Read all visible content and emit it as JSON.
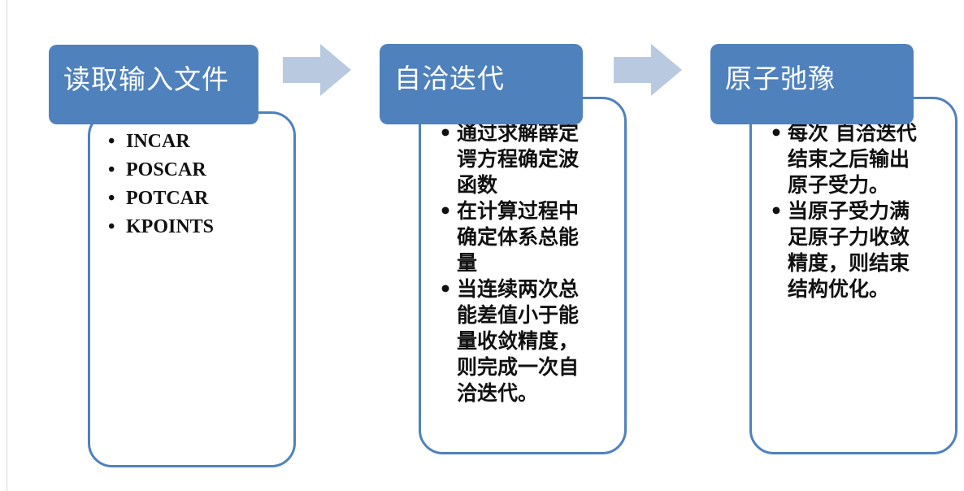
{
  "steps": [
    {
      "title": "读取输入文件",
      "items": [
        "INCAR",
        "POSCAR",
        "POTCAR",
        "KPOINTS"
      ]
    },
    {
      "title": "自洽迭代",
      "items": [
        "通过求解薛定\n谔方程确定波\n函数",
        "在计算过程中\n确定体系总能\n量",
        "当连续两次总\n能差值小于能\n量收敛精度，\n则完成一次自\n洽迭代。"
      ]
    },
    {
      "title": "原子弛豫",
      "items": [
        "每次 自洽迭代\n结束之后输出\n原子受力。",
        "当原子受力满\n足原子力收敛\n精度，则结束\n结构优化。"
      ]
    }
  ],
  "bullet_symbol": "•",
  "colors": {
    "header_fill": "#4f81bd",
    "panel_border": "#4f81bd",
    "arrow_fill": "#b9c9e0",
    "header_text": "#ffffff"
  },
  "icons": [
    "right-arrow-icon",
    "right-arrow-icon"
  ]
}
